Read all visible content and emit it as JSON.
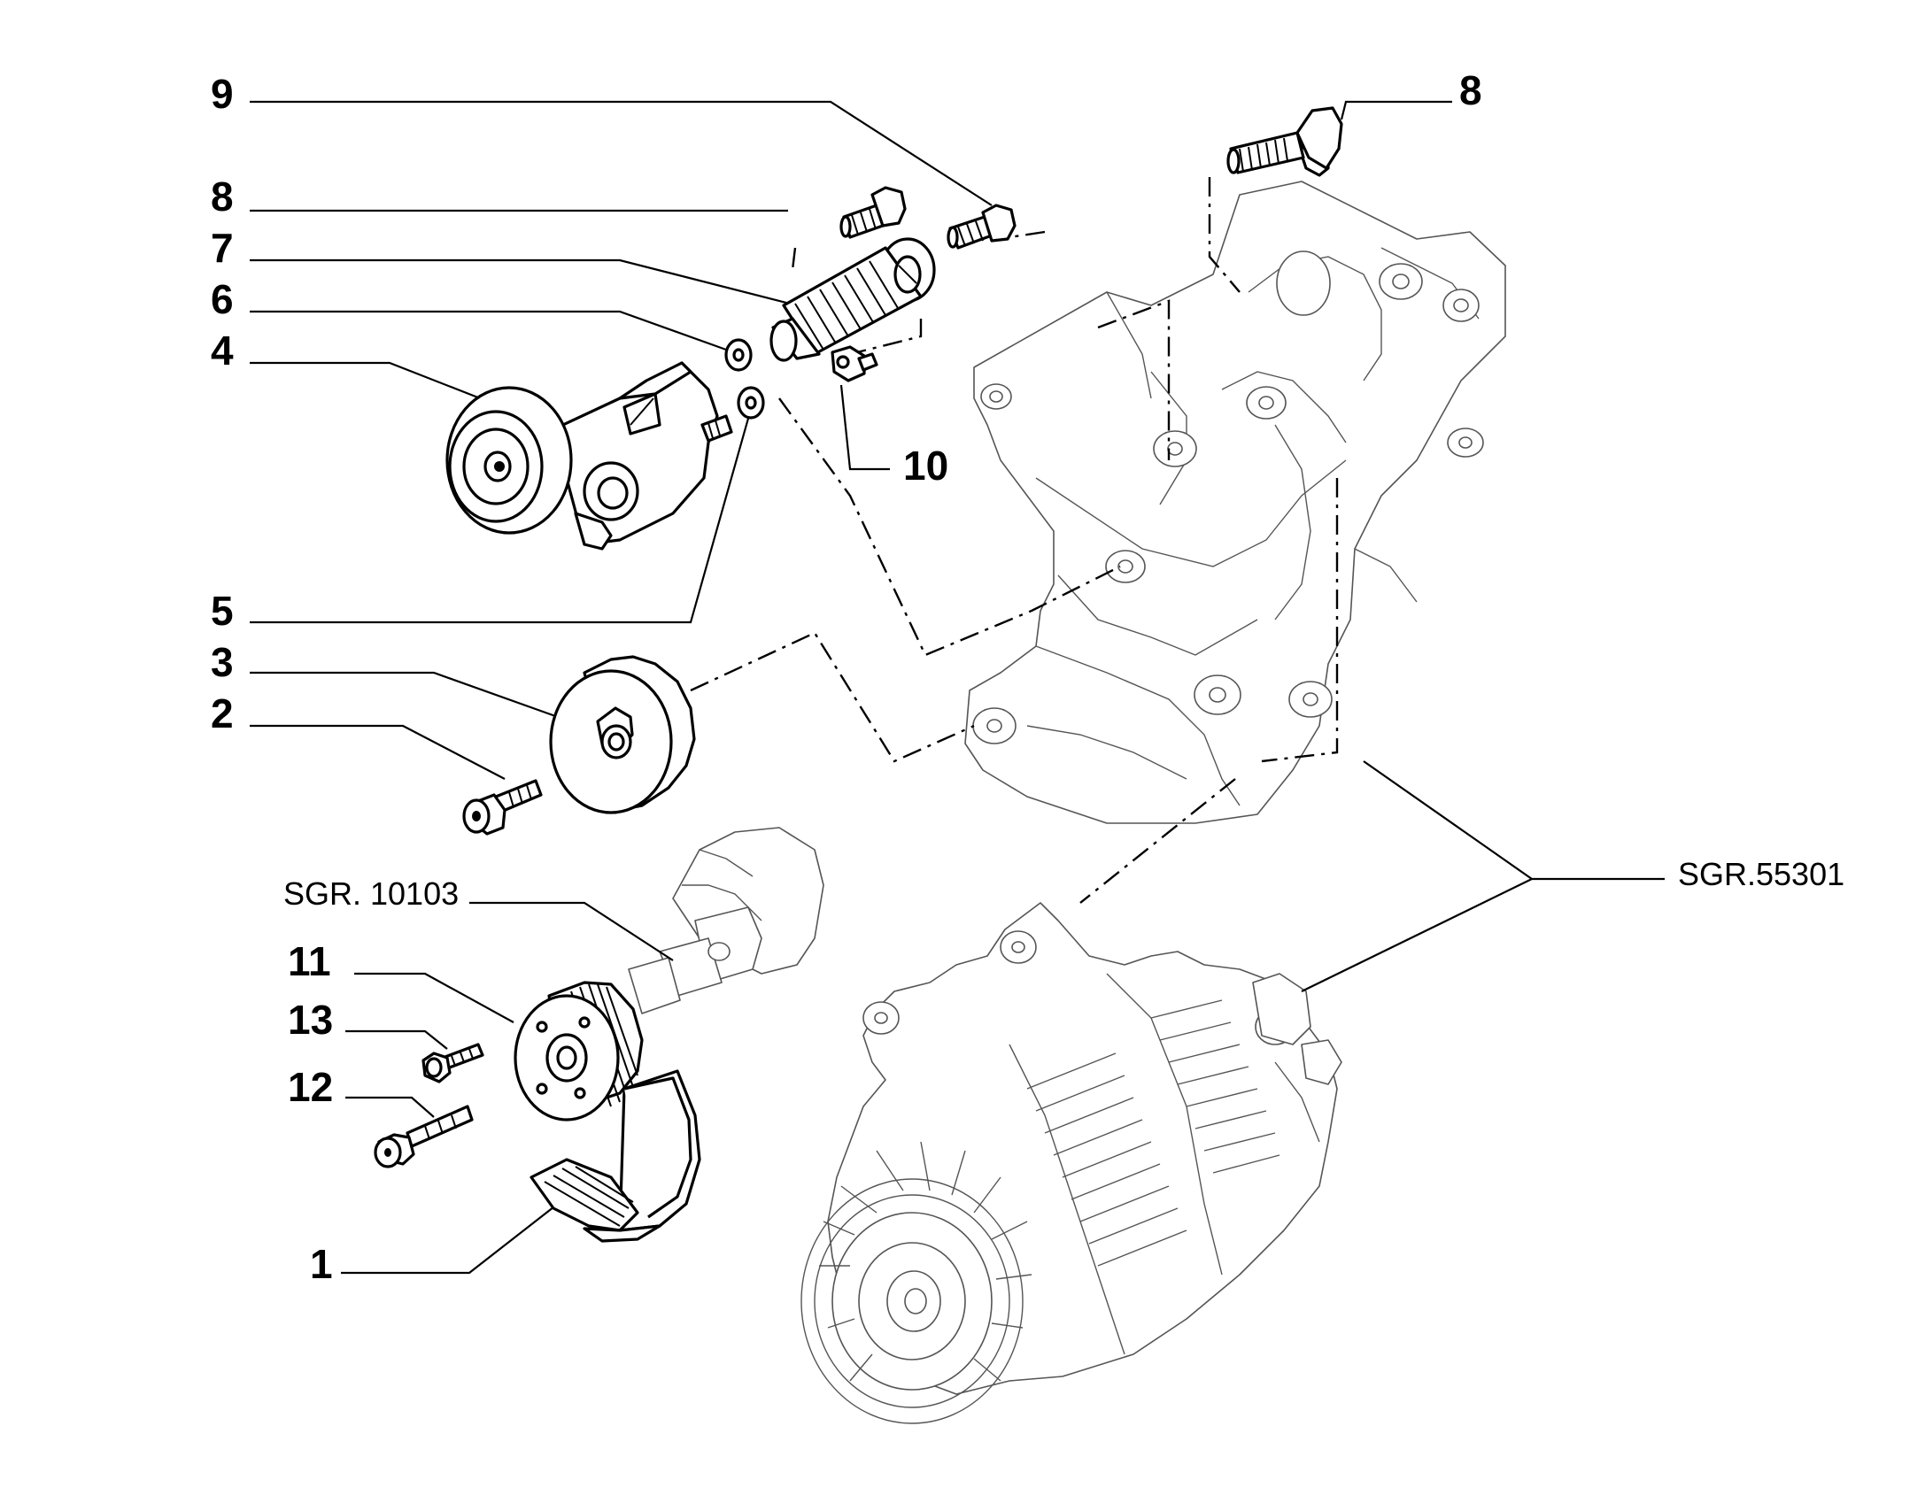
{
  "callouts": {
    "c9": "9",
    "c8_left": "8",
    "c8_right": "8",
    "c7": "7",
    "c6": "6",
    "c4": "4",
    "c10": "10",
    "c5": "5",
    "c3": "3",
    "c2": "2",
    "c11": "11",
    "c13": "13",
    "c12": "12",
    "c1": "1"
  },
  "references": {
    "crankshaft_group": "SGR. 10103",
    "alternator_group": "SGR.55301"
  },
  "colors": {
    "ink": "#000000",
    "ghost_ink": "#555555",
    "background": "#ffffff"
  }
}
